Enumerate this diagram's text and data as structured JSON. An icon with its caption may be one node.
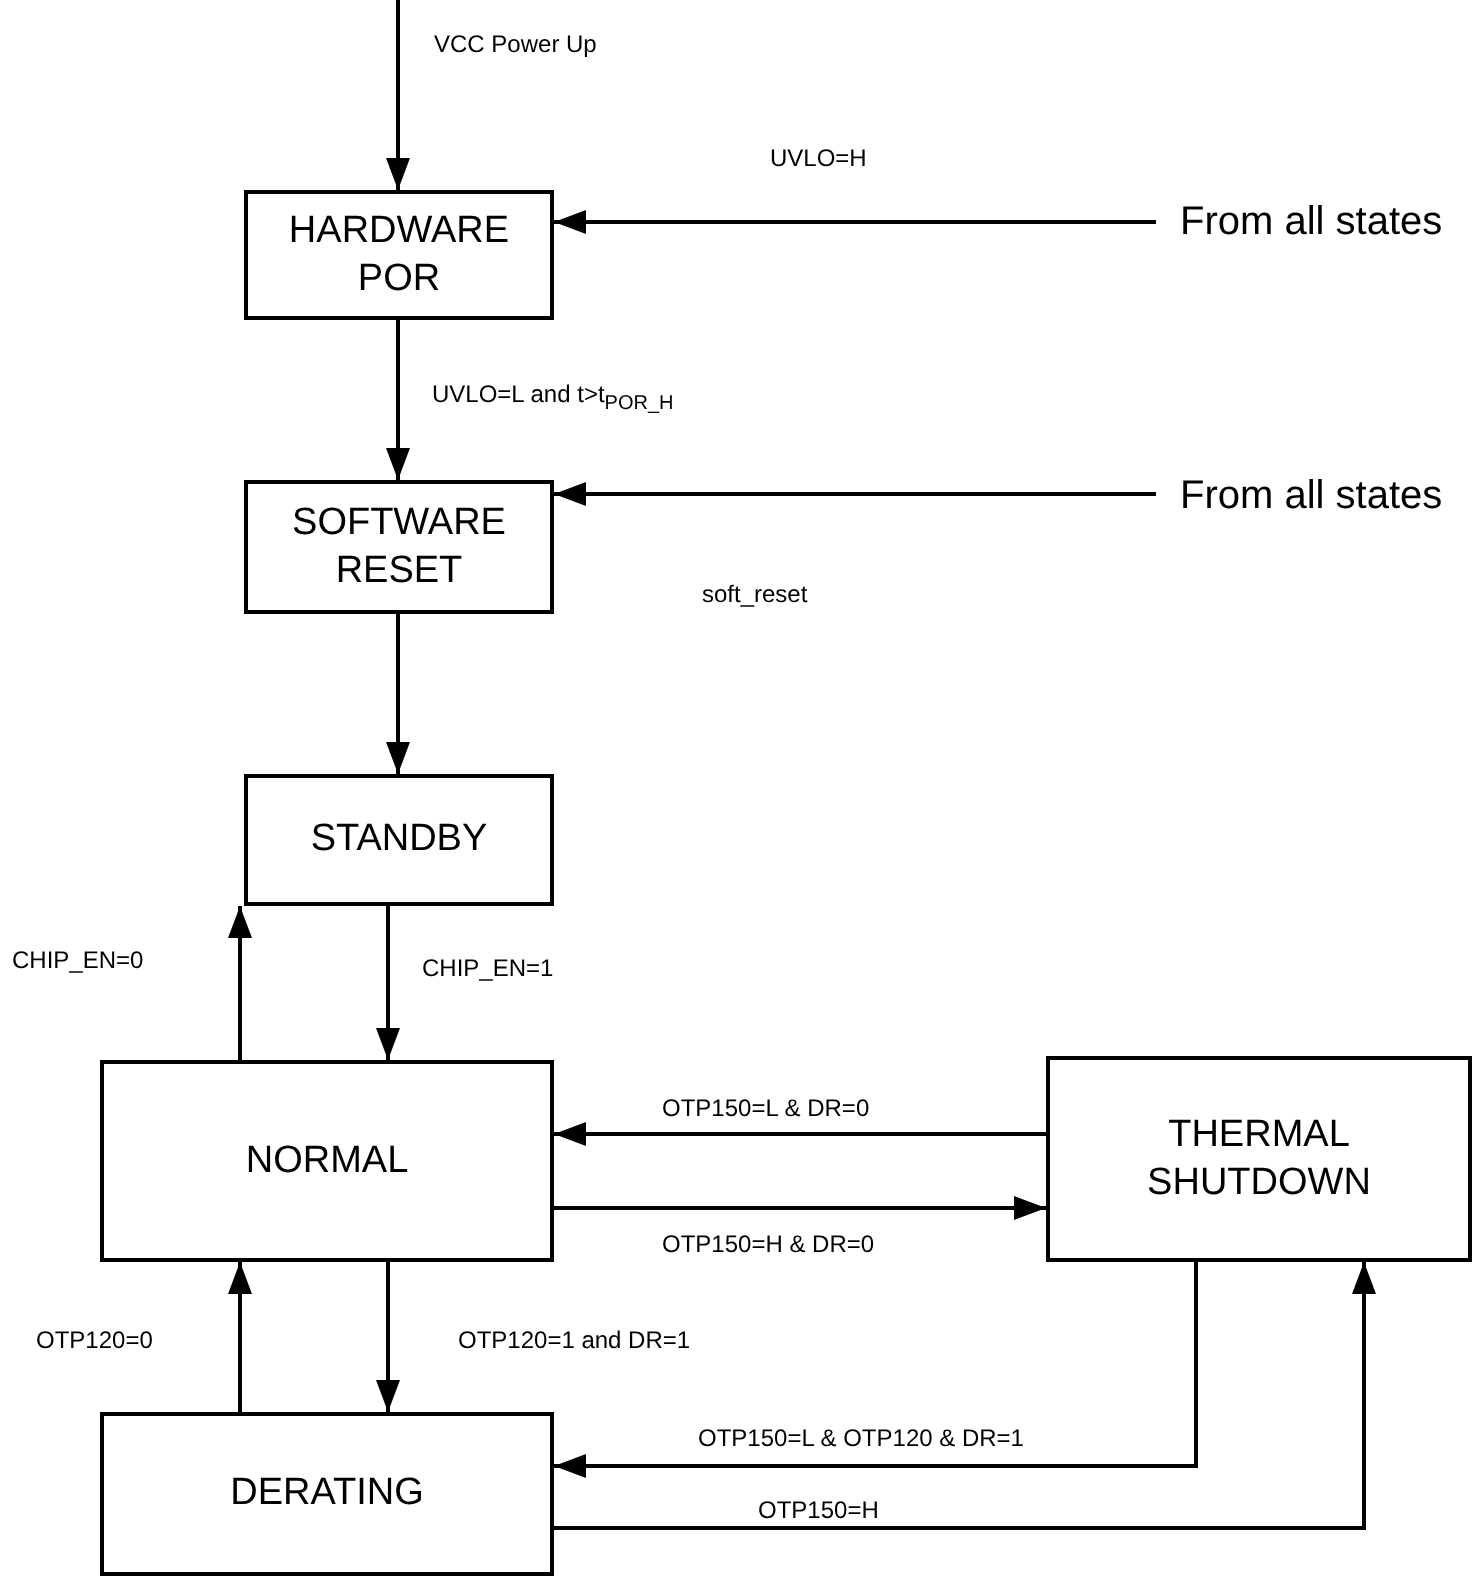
{
  "diagram": {
    "nodes": [
      {
        "text": [
          "HARDWARE POR"
        ]
      },
      {
        "text": [
          "SOFTWARE RESET"
        ]
      },
      {
        "text": [
          "STANDBY"
        ]
      },
      {
        "text": [
          "NORMAL"
        ]
      },
      {
        "text": [
          "THERMAL SHUTDOWN"
        ]
      },
      {
        "text": [
          "DERATING"
        ]
      },
      {
        "text": [
          "From all states"
        ]
      },
      {
        "text": [
          "From all states"
        ]
      }
    ],
    "edges": [
      {
        "from": null,
        "to": 0,
        "arrow": "to",
        "label": "VCC Power Up"
      },
      {
        "from": 6,
        "to": 0,
        "arrow": "to",
        "label": "UVLO=H"
      },
      {
        "from": 0,
        "to": 1,
        "arrow": "to",
        "label": "UVLO=L and t>t$_{POR_H}$"
      },
      {
        "from": 7,
        "to": 1,
        "arrow": "to",
        "label": "soft_reset"
      },
      {
        "from": 1,
        "to": 2,
        "arrow": "to"
      },
      {
        "from": 2,
        "to": 3,
        "arrow": "to",
        "label": "CHIP_EN=1"
      },
      {
        "from": 3,
        "to": 2,
        "arrow": "to",
        "label": "CHIP_EN=0"
      },
      {
        "from": 4,
        "to": 3,
        "arrow": "to",
        "label": "OTP150=L & DR=0"
      },
      {
        "from": 3,
        "to": 4,
        "arrow": "to",
        "label": "OTP150=H & DR=0"
      },
      {
        "from": 3,
        "to": 5,
        "arrow": "to",
        "label": "OTP120=1 and DR=1"
      },
      {
        "from": 5,
        "to": 3,
        "arrow": "to",
        "label": "OTP120=0"
      },
      {
        "from": 4,
        "to": 5,
        "arrow": "to",
        "label": "OTP150=L & OTP120 & DR=1"
      },
      {
        "from": 5,
        "to": 4,
        "arrow": "to",
        "label": "OTP150=H"
      }
    ]
  }
}
